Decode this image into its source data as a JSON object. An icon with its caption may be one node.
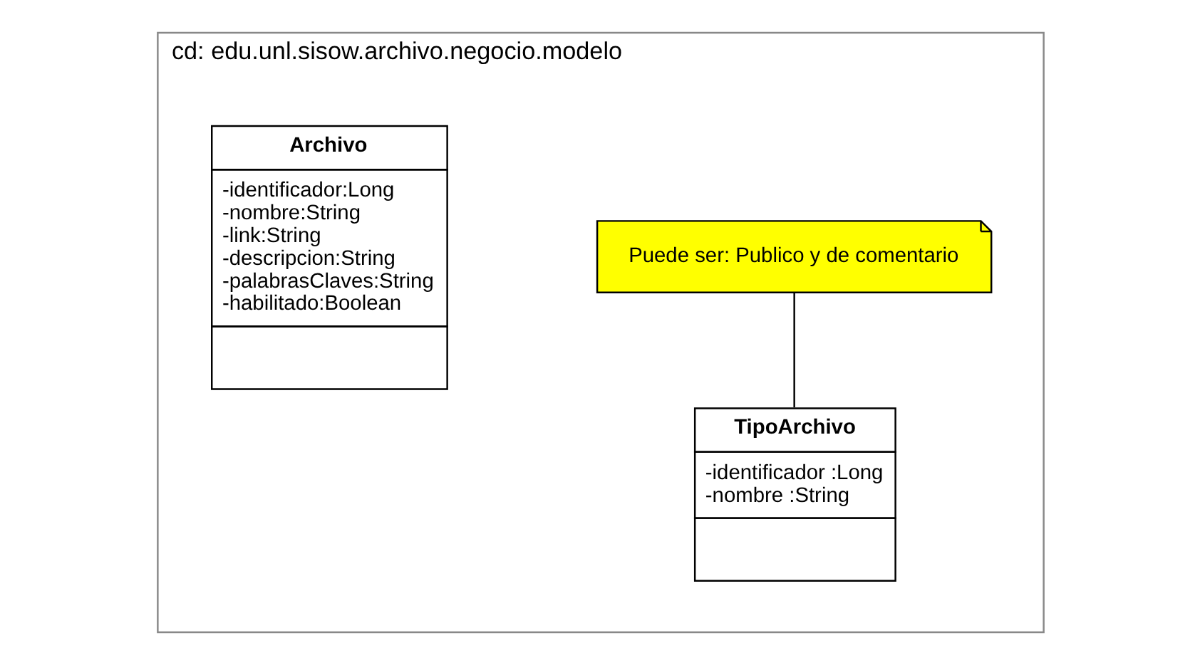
{
  "diagram": {
    "nodes": [
      {
        "text": [
          "cd: edu.unl.sisow.archivo.negocio.modelo"
        ]
      },
      {
        "text": [
          "Puede ser: Publico y de comentario"
        ],
        "in": 0
      },
      {
        "text": [
          "TipoArchivo",
          "-identificador :Long",
          "-nombre :String"
        ],
        "in": 0
      },
      {
        "text": [
          "Archivo",
          "-identificador:Long",
          "-nombre:String",
          "-link:String",
          "-descripcion:String",
          "-palabrasClaves:String",
          "-habilitado:Boolean"
        ],
        "in": 0
      }
    ],
    "edges": [
      {
        "from": 1,
        "to": 2,
        "arrow": "none"
      }
    ]
  }
}
